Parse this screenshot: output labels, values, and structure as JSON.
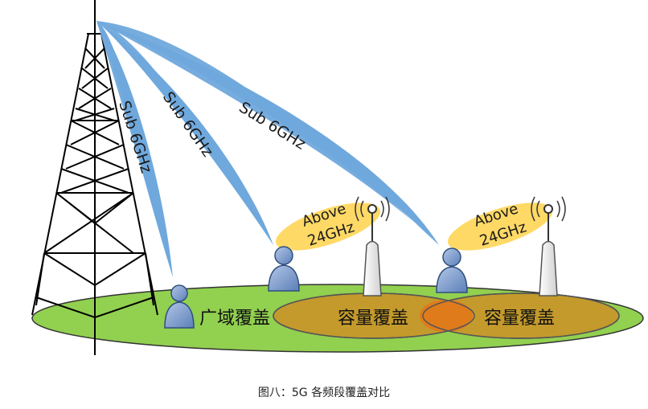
{
  "beams": {
    "beam1": "Sub 6GHz",
    "beam2": "Sub 6GHz",
    "beam3": "Sub 6GHz"
  },
  "mmwave": {
    "link1_line1": "Above",
    "link1_line2": "24GHz",
    "link2_line1": "Above",
    "link2_line2": "24GHz"
  },
  "zones": {
    "wide": "广域覆盖",
    "capacity1": "容量覆盖",
    "capacity2": "容量覆盖"
  },
  "caption": "图八：5G 各频段覆盖对比",
  "colors": {
    "ground": "#92d050",
    "capacity_zone": "#c49a2c",
    "overlap": "#e07b1c",
    "beam": "#6fa8dc",
    "mmwave_beam": "#ffd966",
    "user": "#8eaadb"
  }
}
